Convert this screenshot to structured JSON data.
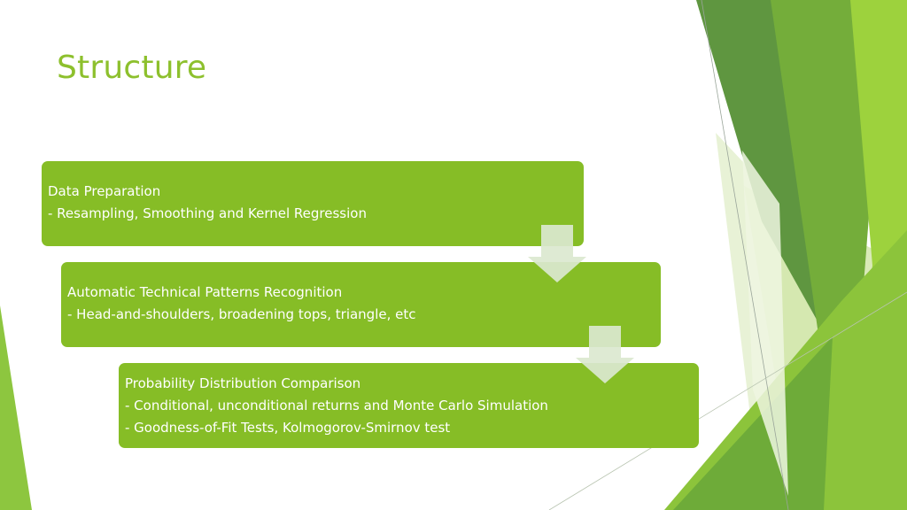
{
  "slide": {
    "title": "Structure"
  },
  "steps": [
    {
      "heading": "Data Preparation",
      "details": [
        "- Resampling, Smoothing and Kernel Regression"
      ]
    },
    {
      "heading": "Automatic Technical Patterns Recognition",
      "details": [
        "- Head-and-shoulders, broadening tops, triangle, etc"
      ]
    },
    {
      "heading": "Probability Distribution Comparison",
      "details": [
        "- Conditional, unconditional returns and Monte Carlo Simulation",
        "- Goodness-of-Fit Tests, Kolmogorov-Smirnov test"
      ]
    }
  ],
  "colors": {
    "accent": "#8dc02d",
    "box_fill": "#86bd26",
    "arrow_fill": "#dbe8cf",
    "box_text": "#ffffff"
  }
}
